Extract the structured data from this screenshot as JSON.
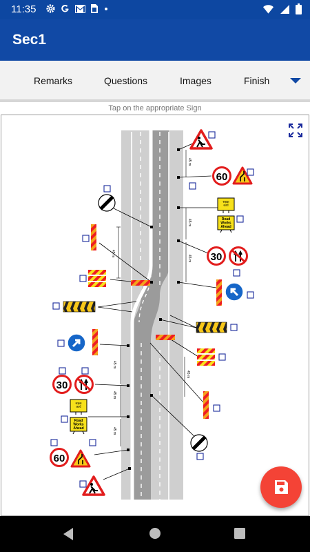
{
  "status_bar": {
    "time": "11:35",
    "icons": [
      "gear-icon",
      "google-icon",
      "gmail-icon",
      "sim-icon",
      "dot-icon"
    ],
    "right_icons": [
      "wifi-icon",
      "signal-icon",
      "battery-icon"
    ]
  },
  "app_bar": {
    "title": "Sec1"
  },
  "tabs": [
    {
      "label": "Remarks"
    },
    {
      "label": "Questions"
    },
    {
      "label": "Images"
    },
    {
      "label": "Finish"
    }
  ],
  "hint": "Tap on the appropriate Sign",
  "diagram": {
    "signs": {
      "speed_60": "60",
      "speed_30": "30",
      "road_works_line1": "Road",
      "road_works_line2": "Works",
      "road_works_line3": "Ahead",
      "hindi_line1": "सड़क",
      "hindi_line2": "कार्य",
      "hindi_line3": "प्रगति"
    },
    "dimension_label": "45 m"
  },
  "colors": {
    "primary": "#1149a5",
    "status": "#0d47a1",
    "fab": "#f44336",
    "checkbox": "#1a2a9c"
  }
}
